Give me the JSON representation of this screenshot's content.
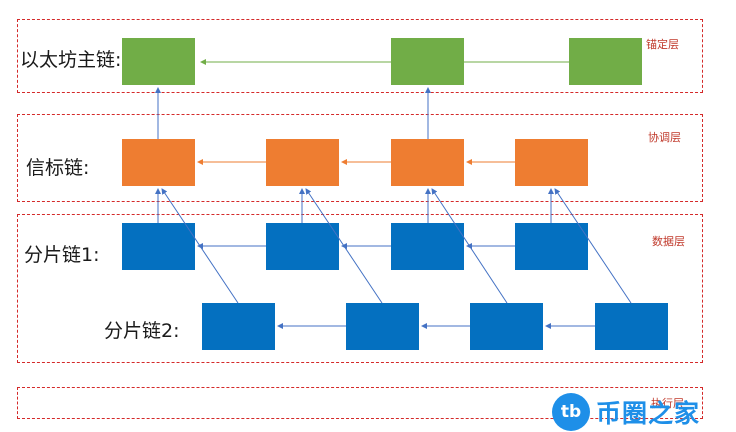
{
  "layers": [
    {
      "id": "anchor",
      "label": "锚定层"
    },
    {
      "id": "coord",
      "label": "协调层"
    },
    {
      "id": "data",
      "label": "数据层"
    },
    {
      "id": "exec",
      "label": "执行层"
    }
  ],
  "chains": {
    "ethereum": {
      "label": "以太坊主链:"
    },
    "beacon": {
      "label": "信标链:"
    },
    "shard1": {
      "label": "分片链1:"
    },
    "shard2": {
      "label": "分片链2:"
    }
  },
  "colors": {
    "anchor_block": "#71ad47",
    "beacon_block": "#ee7d31",
    "shard_block": "#0470c0",
    "layer_border": "#d42a2a",
    "beacon_arrow": "#ee7d31",
    "link_arrow": "#4472c4",
    "watermark": "#1e8fe8"
  },
  "watermark": {
    "icon_text": "tb",
    "text": "币圈之家"
  }
}
